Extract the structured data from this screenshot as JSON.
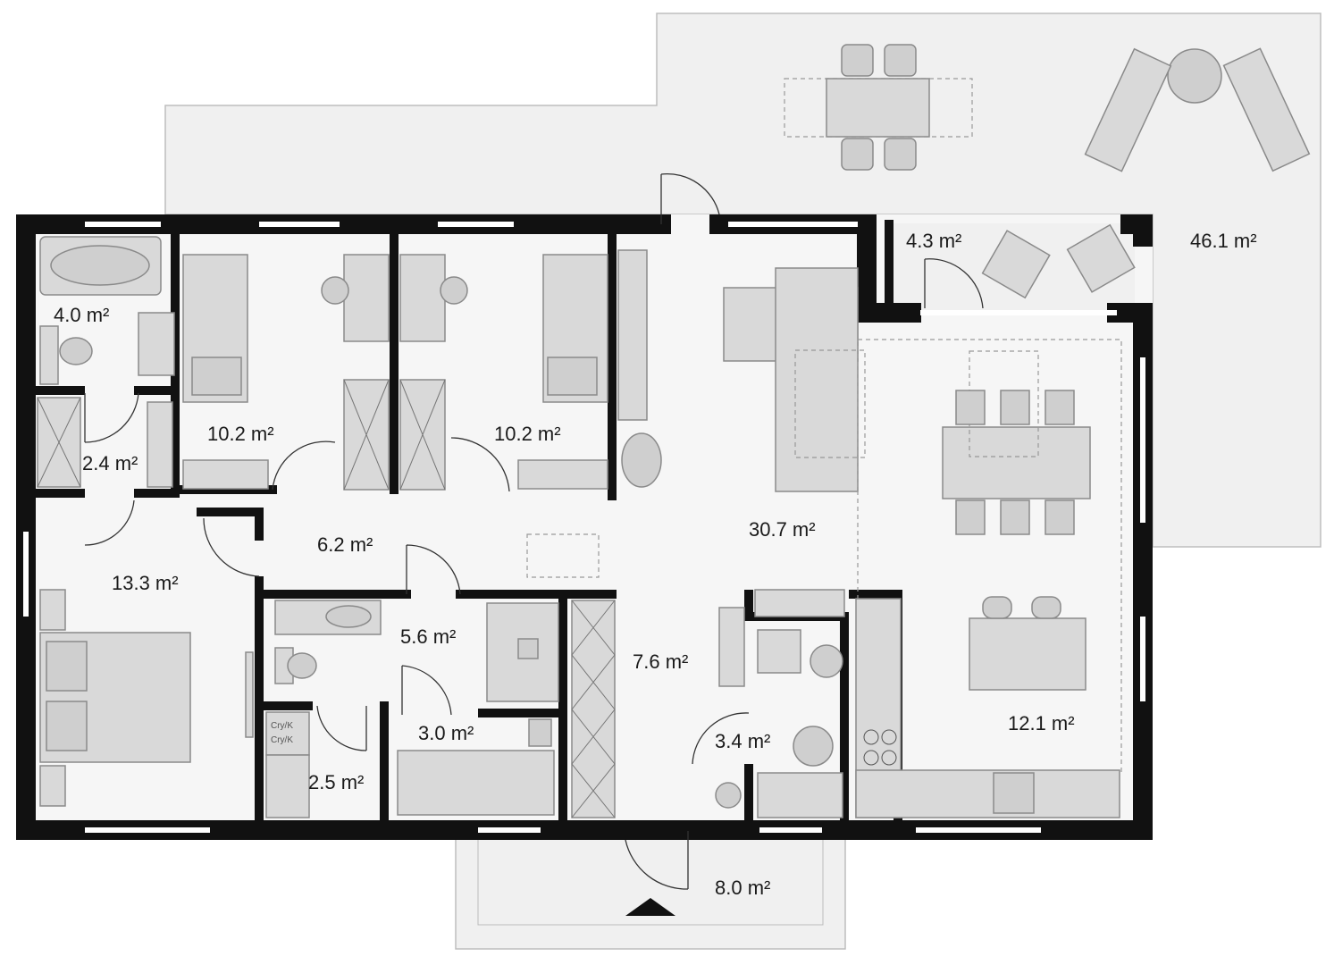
{
  "plan": {
    "rooms": [
      {
        "id": "bathroom-upper",
        "area": "4.0 m²"
      },
      {
        "id": "hall-small",
        "area": "2.4 m²"
      },
      {
        "id": "bedroom-1",
        "area": "10.2 m²"
      },
      {
        "id": "bedroom-2",
        "area": "10.2 m²"
      },
      {
        "id": "master-bedroom",
        "area": "13.3 m²"
      },
      {
        "id": "corridor",
        "area": "6.2 m²"
      },
      {
        "id": "bathroom-main",
        "area": "5.6 m²"
      },
      {
        "id": "laundry",
        "area": "3.0 m²"
      },
      {
        "id": "wc",
        "area": "2.5 m²"
      },
      {
        "id": "entrance-hall",
        "area": "7.6 m²"
      },
      {
        "id": "pantry",
        "area": "3.4 m²"
      },
      {
        "id": "living-room",
        "area": "30.7 m²"
      },
      {
        "id": "kitchen-dining",
        "area": "12.1 m²"
      },
      {
        "id": "covered-terrace",
        "area": "4.3 m²"
      },
      {
        "id": "terrace",
        "area": "46.1 m²"
      },
      {
        "id": "entrance-porch",
        "area": "8.0 m²"
      }
    ],
    "wc_label_lines": [
      "Cry/K",
      "Cry/K"
    ]
  }
}
